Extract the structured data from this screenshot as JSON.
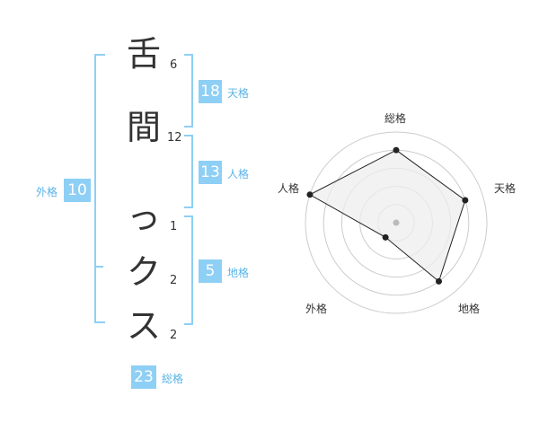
{
  "characters": [
    {
      "char": "舌",
      "strokes": "6"
    },
    {
      "char": "間",
      "strokes": "12"
    },
    {
      "char": "っ",
      "strokes": "1"
    },
    {
      "char": "ク",
      "strokes": "2"
    },
    {
      "char": "ス",
      "strokes": "2"
    }
  ],
  "fortunes": {
    "tenkaku": {
      "value": "18",
      "label": "天格"
    },
    "jinkaku": {
      "value": "13",
      "label": "人格"
    },
    "chikaku": {
      "value": "5",
      "label": "地格"
    },
    "gaikaku": {
      "value": "10",
      "label": "外格"
    },
    "soukaku": {
      "value": "23",
      "label": "総格"
    }
  },
  "chart_data": {
    "type": "radar",
    "axes": [
      "総格",
      "天格",
      "地格",
      "外格",
      "人格"
    ],
    "values": [
      4,
      4,
      4,
      1,
      5
    ],
    "max": 5,
    "rings": 5,
    "colors": {
      "fill": "#eeeeee",
      "stroke": "#222222",
      "ring": "#cccccc",
      "center": "#bbbbbb"
    }
  }
}
